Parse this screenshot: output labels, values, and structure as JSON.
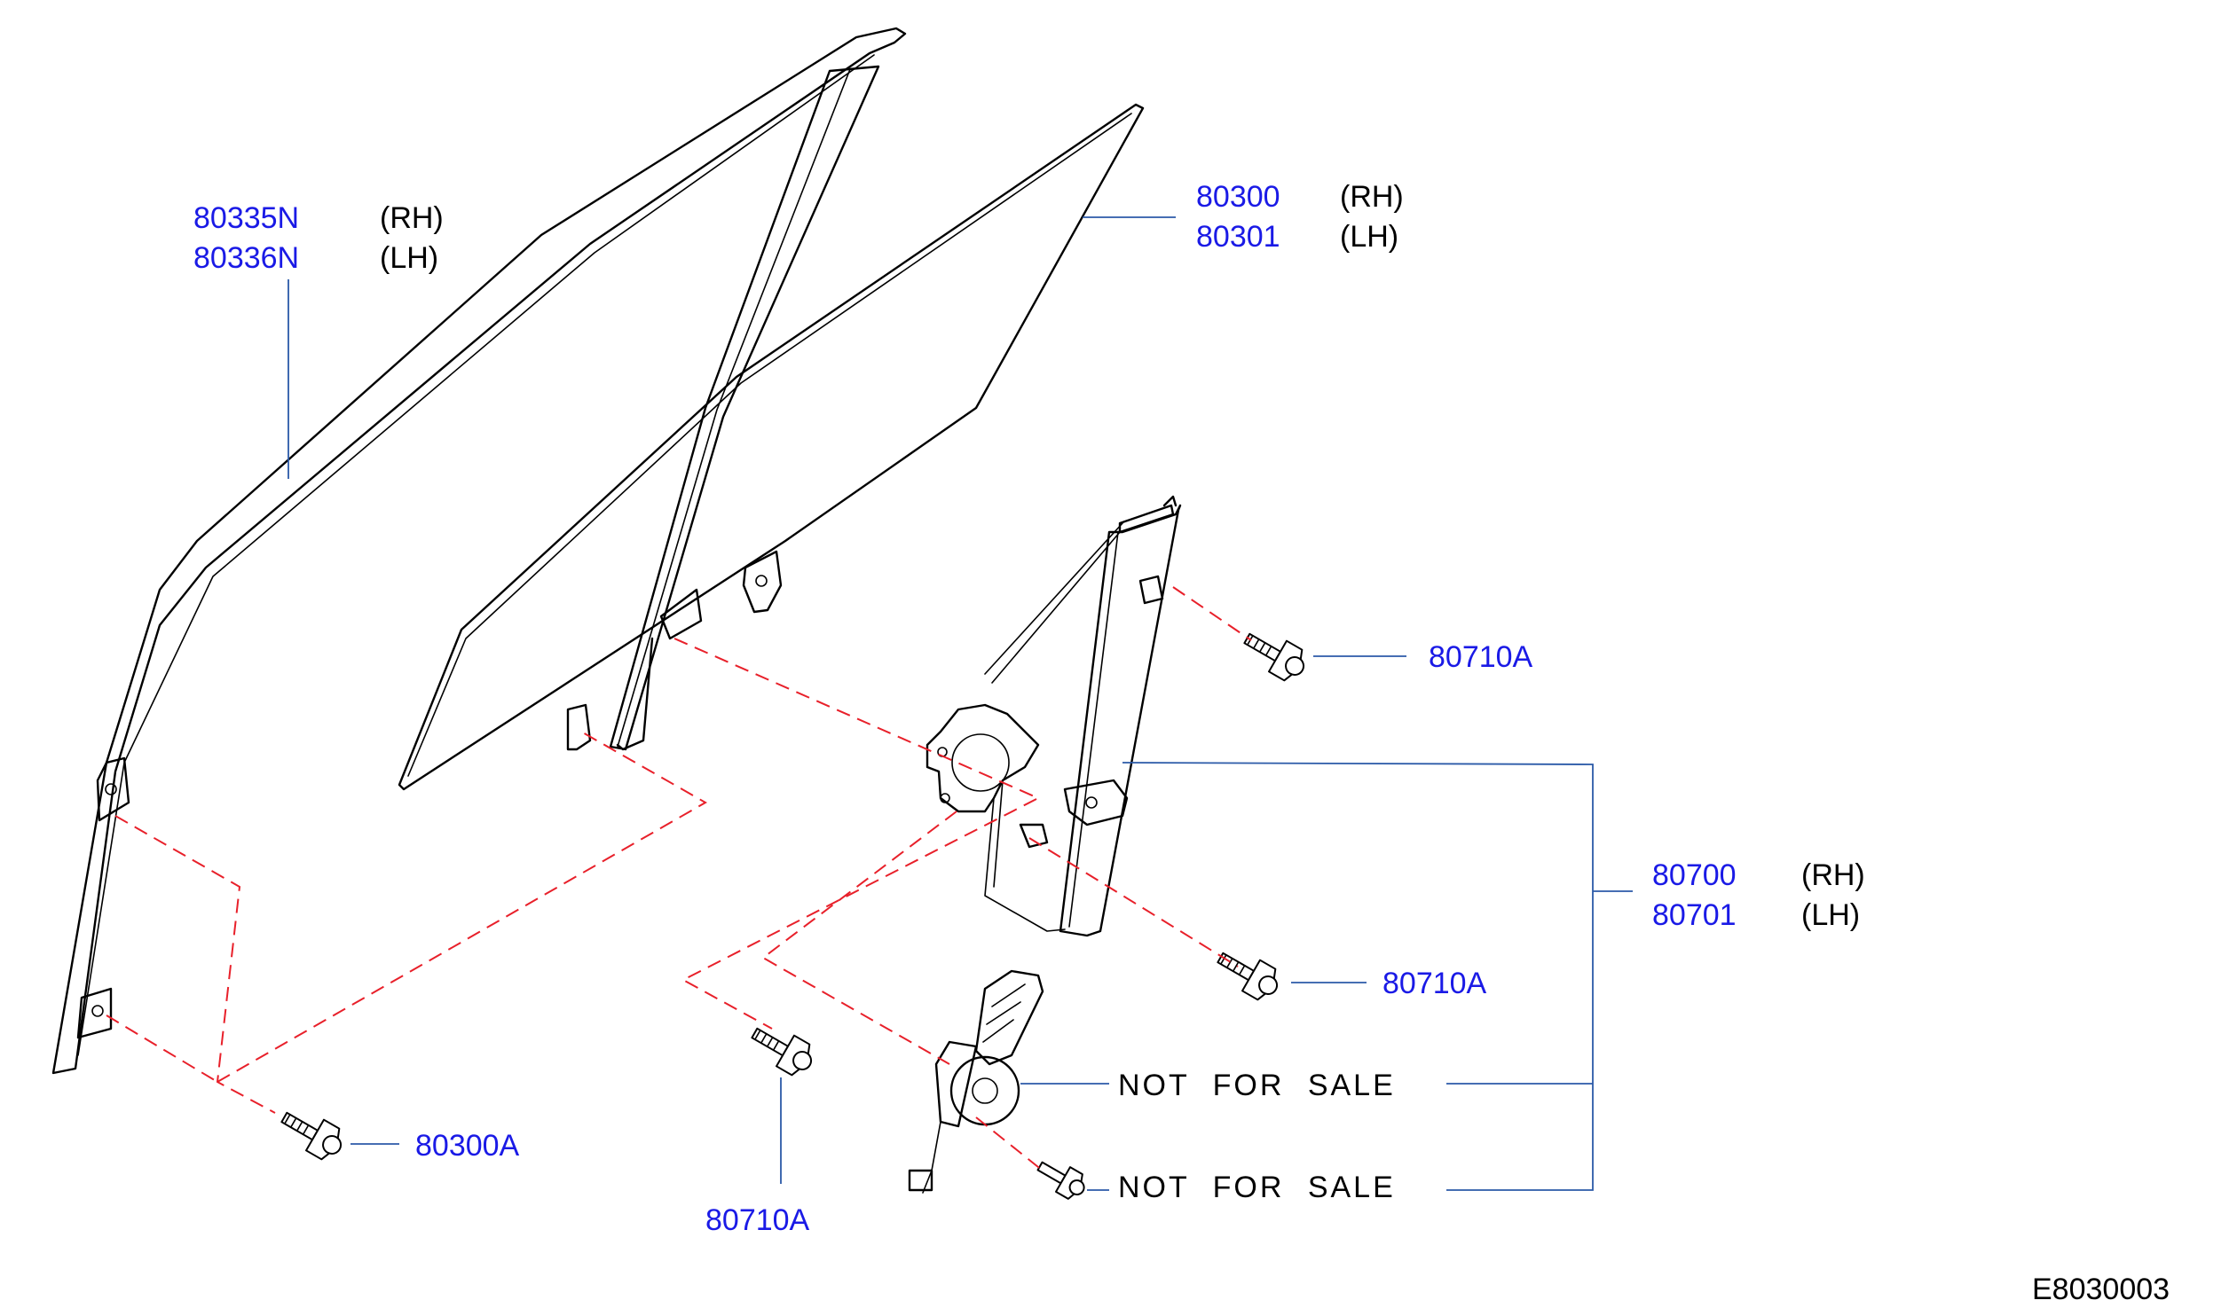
{
  "callouts": {
    "sash_rh": {
      "part": "80335N",
      "side": "(RH)"
    },
    "sash_lh": {
      "part": "80336N",
      "side": "(LH)"
    },
    "glass_rh": {
      "part": "80300",
      "side": "(RH)"
    },
    "glass_lh": {
      "part": "80301",
      "side": "(LH)"
    },
    "bolt_upper": {
      "part": "80710A"
    },
    "regulator_rh": {
      "part": "80700",
      "side": "(RH)"
    },
    "regulator_lh": {
      "part": "80701",
      "side": "(LH)"
    },
    "bolt_middle": {
      "part": "80710A"
    },
    "motor": {
      "label": "NOT FOR SALE"
    },
    "screw_motor": {
      "label": "NOT FOR SALE"
    },
    "bolt_sash": {
      "part": "80300A"
    },
    "bolt_lower": {
      "part": "80710A"
    }
  },
  "diagram_code": "E8030003",
  "colors": {
    "part_number": "#1a1ae6",
    "leader": "#2b5aa8",
    "dashed_guide": "#e8202a"
  }
}
